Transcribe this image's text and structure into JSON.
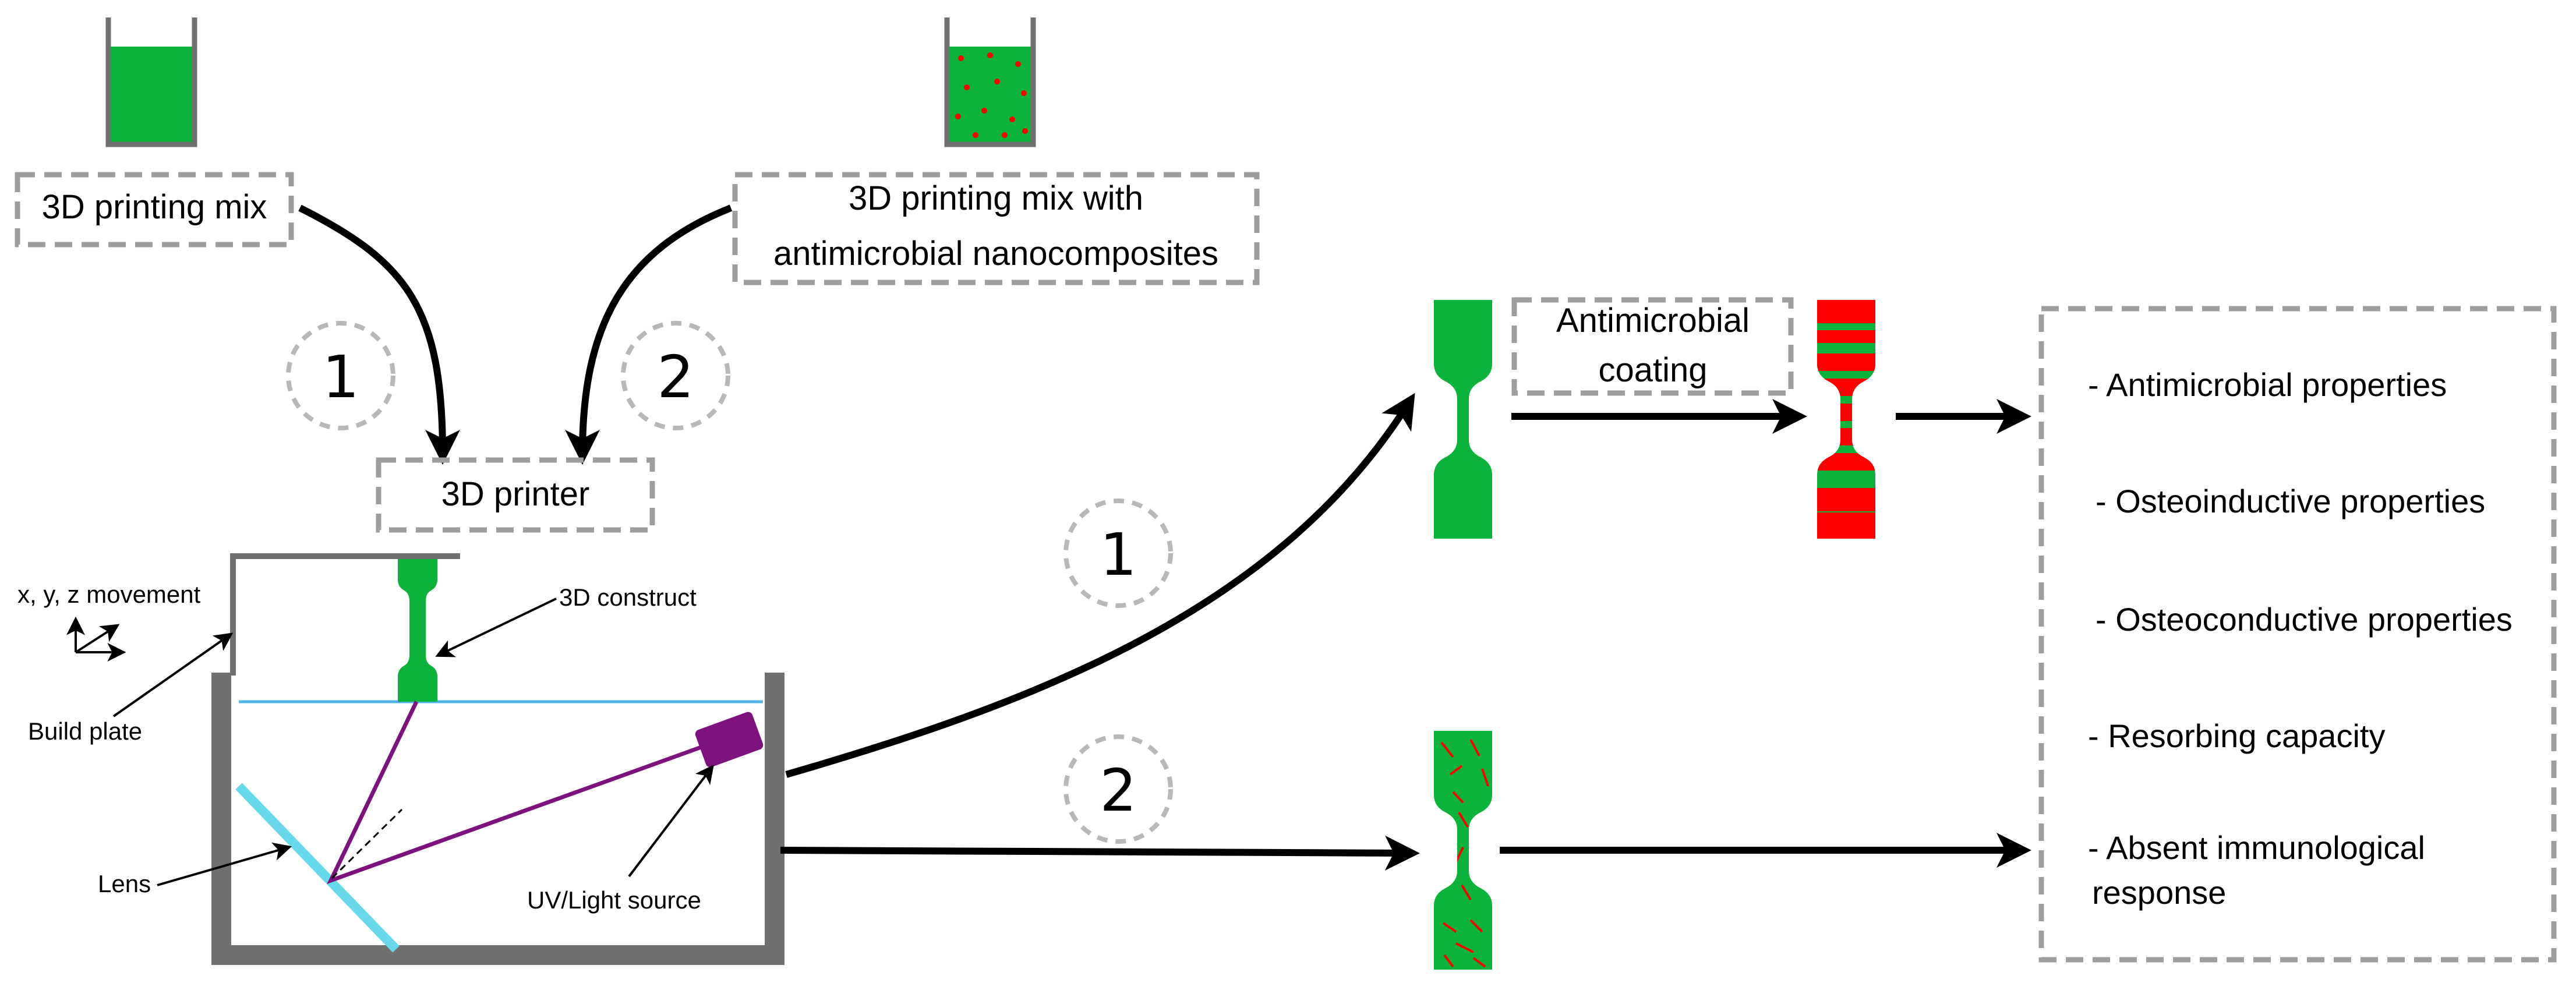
{
  "inputs": {
    "mix_plain": "3D printing mix",
    "mix_antimicrobial_line1": "3D printing mix with",
    "mix_antimicrobial_line2": "antimicrobial nanocomposites"
  },
  "printer": {
    "label": "3D printer"
  },
  "route_numbers": {
    "one": "1",
    "two": "2"
  },
  "apparatus": {
    "movement": "x, y, z movement",
    "build_plate": "Build plate",
    "construct": "3D construct",
    "lens": "Lens",
    "light_source": "UV/Light source"
  },
  "coating": {
    "line1": "Antimicrobial",
    "line2": "coating"
  },
  "properties": [
    "- Antimicrobial properties",
    "- Osteoinductive properties",
    "- Osteoconductive properties",
    "- Resorbing capacity",
    "- Absent immunological",
    "response"
  ],
  "colors": {
    "green": "#0bb33a",
    "red": "#ff0000",
    "purple": "#7d127d",
    "cyan": "#66d9ea",
    "vat_gray": "#707070",
    "dash_gray": "#9e9e9e"
  }
}
